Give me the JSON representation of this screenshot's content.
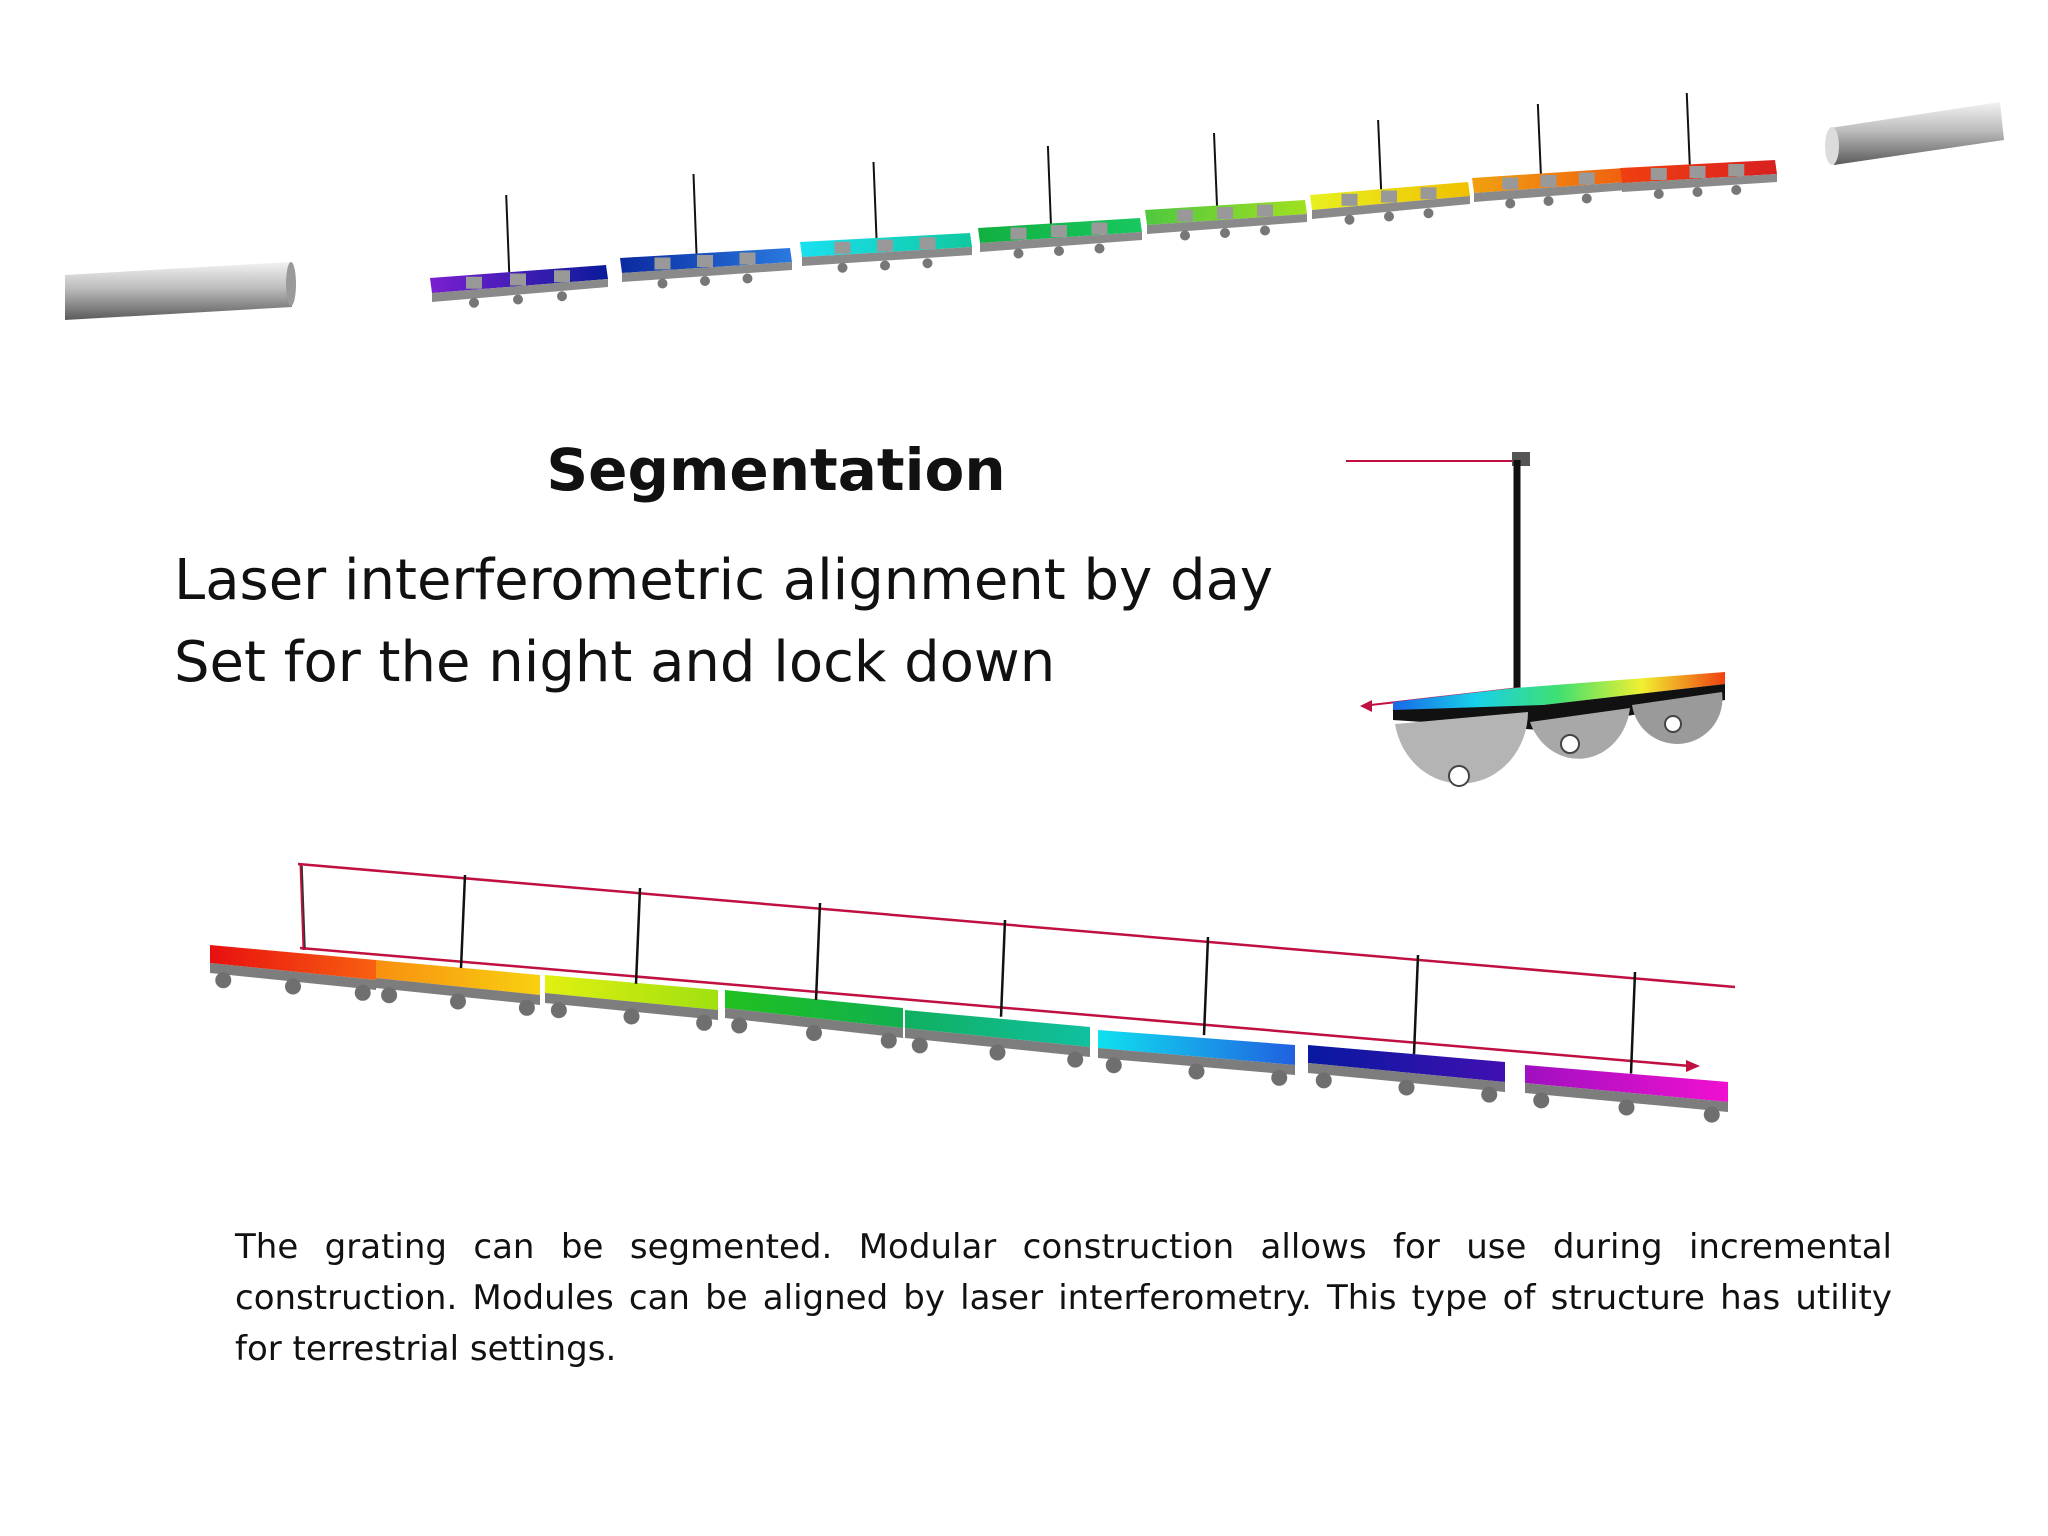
{
  "slide": {
    "heading": "Segmentation",
    "line1": "Laser interferometric alignment by day",
    "line2": "Set for the night and lock down",
    "caption": "The grating can be segmented. Modular construction allows for use during incremental construction. Modules can be aligned by laser interferometry. This type of structure has utility for terrestrial settings."
  },
  "figures": {
    "top_row": {
      "segment_colors": [
        [
          "#7a1fd0",
          "#0a1a9a"
        ],
        [
          "#0a2aa0",
          "#2a7ae0"
        ],
        [
          "#1ae0f0",
          "#10c8a0"
        ],
        [
          "#10b040",
          "#18c860"
        ],
        [
          "#50c840",
          "#a0e020"
        ],
        [
          "#e8f020",
          "#f0c000"
        ],
        [
          "#f0a010",
          "#f06010"
        ],
        [
          "#f04010",
          "#d82020"
        ]
      ]
    },
    "bottom_row": {
      "segment_colors": [
        [
          "#e81010",
          "#f86010"
        ],
        [
          "#f89010",
          "#f8d010"
        ],
        [
          "#e0f010",
          "#a0e010"
        ],
        [
          "#20c020",
          "#10b050"
        ],
        [
          "#10b060",
          "#10c0a0"
        ],
        [
          "#10e0f0",
          "#2060e0"
        ],
        [
          "#0818a0",
          "#4010b0"
        ],
        [
          "#a010c0",
          "#f010d0"
        ]
      ],
      "laser_color": "#c01040"
    },
    "module_detail": {
      "gradient": [
        "#1868e8",
        "#18d0e8",
        "#40e070",
        "#f0f030",
        "#f04010"
      ],
      "laser_color": "#c01040"
    }
  }
}
